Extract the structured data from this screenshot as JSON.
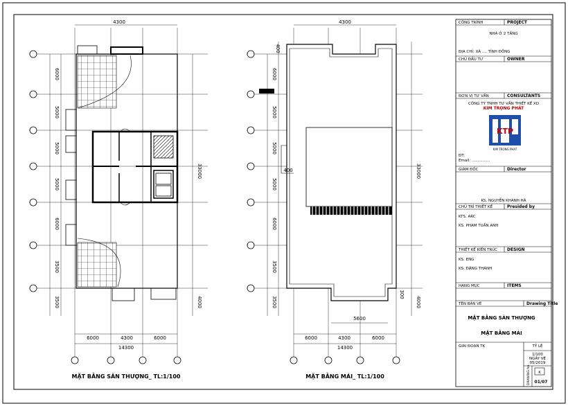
{
  "drawings": {
    "left": {
      "caption": "MẶT BẰNG SÂN THƯỢNG_ TL:1/100",
      "dim_top": "4300",
      "dim_bottom": [
        "6000",
        "4300",
        "6000"
      ],
      "dim_bottom_total": "14300",
      "dim_left": [
        "6000",
        "5000",
        "5000",
        "5000",
        "6000",
        "3500"
      ],
      "dim_left_extra": "3500",
      "dim_right": "33000",
      "dim_right_low": "4000"
    },
    "right": {
      "caption": "MẶT BẰNG MÁI_ TL:1/100",
      "dim_top": "4300",
      "dim_bottom": [
        "6000",
        "4300",
        "6000"
      ],
      "dim_bottom_total": "14300",
      "dim_inner_bottom": "5600",
      "dim_left": [
        "6000",
        "5000",
        "5000",
        "5000",
        "6000",
        "3500"
      ],
      "dim_left_extra": "3500",
      "dim_top_side": "400",
      "dim_inner_left": "400",
      "dim_right": "33000",
      "dim_right_low": "4000",
      "dim_right_small": "300"
    }
  },
  "title_block": {
    "construction_label": "CÔNG TRÌNH",
    "project_label": "PROJECT",
    "project_value": "NHÀ Ở 2 TẦNG",
    "address_line": "ĐỊA CHỈ: XÃ .... TỈNH ĐỒNG",
    "owner_label_vn": "CHỦ ĐẦU TƯ",
    "owner_label": "OWNER",
    "consult_label_vn": "ĐƠN VỊ TƯ VẤN",
    "consultants_label": "CONSULTANTS",
    "company_line1": "CÔNG TY TNHH TƯ VẤN THIẾT KẾ XD",
    "company_line2": "KIM TRỌNG PHÁT",
    "logo_letters": "KTP",
    "logo_caption": "KIM TRONG PHAT",
    "company_info1": "ĐT:",
    "company_info2": "Email: ...............",
    "director_label_vn": "GIÁM ĐỐC",
    "director_label": "Director",
    "director_name": "KS. NGUYỄN KHÁNH HÀ",
    "chair_label_vn": "CHỦ TRÌ THIẾT KẾ",
    "chair_label": "Presided by",
    "chair_role": "KTS. ARC",
    "chair_name": "KS. PHẠM TUẤN ANH",
    "design_label_vn": "THIẾT KẾ KIẾN TRÚC",
    "design_label": "DESIGN",
    "design_role": "KS. ENG",
    "design_name": "KS. ĐẶNG THÀNH",
    "item_label_vn": "HẠNG MỤC",
    "item_label": "ITEMS",
    "drawing_label_vn": "TÊN BẢN VẼ",
    "drawing_label": "Drawing Title",
    "drawing_title1": "MẶT BẰNG SÂN THƯỢNG",
    "drawing_title2": "MẶT BẰNG MÁI",
    "lead_label": "GIAI ĐOẠN TK",
    "scale_label": "TỶ LỆ",
    "scale_value": "1/100",
    "date_label": "NGÀY VẼ",
    "date_value": "05/2019",
    "drawing_no_label": "DRAWING No.",
    "drawing_no_letter": "K",
    "drawing_no_value": "01/07"
  }
}
